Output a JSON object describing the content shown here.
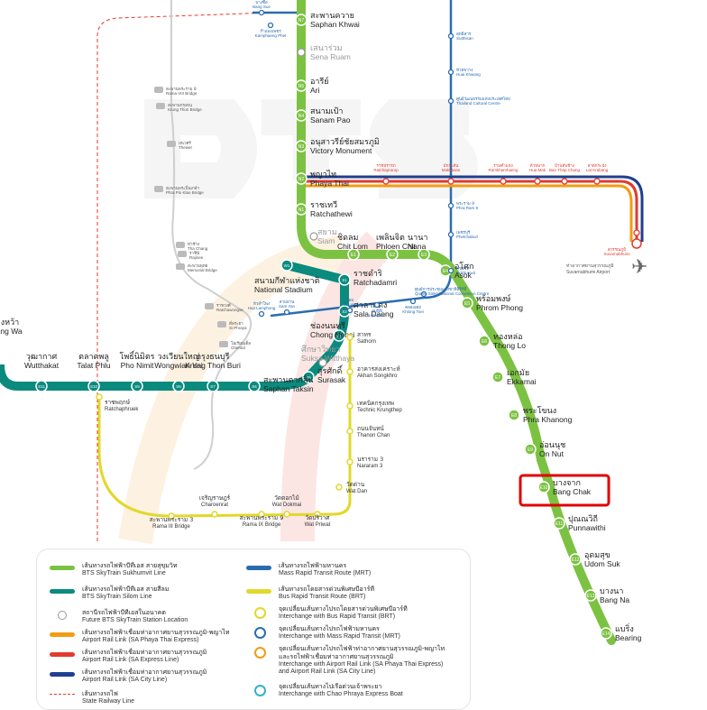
{
  "colors": {
    "sukhumvit": "#7cc242",
    "silom": "#0b8a7e",
    "mrt": "#2b6cb0",
    "brt": "#e2d82b",
    "arl_orange": "#f39c12",
    "arl_red": "#e23b2e",
    "arl_blue": "#1f3f8f",
    "highlight": "#e00000"
  },
  "sukhumvit_stations": [
    {
      "code": "N7",
      "th": "สะพานควาย",
      "en": "Saphan Khwai"
    },
    {
      "code": "",
      "th": "เสนาร่วม",
      "en": "Sena Ruam"
    },
    {
      "code": "N5",
      "th": "อารีย์",
      "en": "Ari"
    },
    {
      "code": "N4",
      "th": "สนามเป้า",
      "en": "Sanam Pao"
    },
    {
      "code": "N3",
      "th": "อนุสาวรีย์ชัยสมรภูมิ",
      "en": "Victory Monument"
    },
    {
      "code": "N2",
      "th": "พญาไท",
      "en": "Phaya Thai"
    },
    {
      "code": "N1",
      "th": "ราชเทวี",
      "en": "Ratchathewi"
    },
    {
      "code": "",
      "th": "สยาม",
      "en": "Siam"
    },
    {
      "code": "E1",
      "th": "ชิดลม",
      "en": "Chit Lom"
    },
    {
      "code": "E2",
      "th": "เพลินจิต",
      "en": "Phloen Chit"
    },
    {
      "code": "E3",
      "th": "นานา",
      "en": "Nana"
    },
    {
      "code": "E4",
      "th": "อโศก",
      "en": "Asok"
    },
    {
      "code": "E5",
      "th": "พร้อมพงษ์",
      "en": "Phrom Phong"
    },
    {
      "code": "E6",
      "th": "ทองหล่อ",
      "en": "Thong Lo"
    },
    {
      "code": "E7",
      "th": "เอกมัย",
      "en": "Ekkamai"
    },
    {
      "code": "E8",
      "th": "พระโขนง",
      "en": "Phra Khanong"
    },
    {
      "code": "E9",
      "th": "อ่อนนุช",
      "en": "On Nut"
    },
    {
      "code": "E10",
      "th": "บางจาก",
      "en": "Bang Chak"
    },
    {
      "code": "E11",
      "th": "ปุณณวิถี",
      "en": "Punnawithi"
    },
    {
      "code": "E12",
      "th": "อุดมสุข",
      "en": "Udom Suk"
    },
    {
      "code": "E13",
      "th": "บางนา",
      "en": "Bang Na"
    },
    {
      "code": "E14",
      "th": "แบริ่ง",
      "en": "Bearing"
    }
  ],
  "silom_stations": [
    {
      "code": "W1",
      "th": "สนามกีฬาแห่งชาติ",
      "en": "National Stadium"
    },
    {
      "code": "S1",
      "th": "ราชดำริ",
      "en": "Ratchadamri"
    },
    {
      "code": "S2",
      "th": "ศาลาแดง",
      "en": "Sala Daeng"
    },
    {
      "code": "S3",
      "th": "ช่องนนทรี",
      "en": "Chong Nonsi"
    },
    {
      "code": "",
      "th": "ศึกษาวิทยา",
      "en": "Suksa Witthaya"
    },
    {
      "code": "S5",
      "th": "สุรศักดิ์",
      "en": "Surasak"
    },
    {
      "code": "S6",
      "th": "สะพานตากสิน",
      "en": "Saphan Taksin"
    },
    {
      "code": "S7",
      "th": "กรุงธนบุรี",
      "en": "Krung Thon Buri"
    },
    {
      "code": "S8",
      "th": "วงเวียนใหญ่",
      "en": "Wongwian Yai"
    },
    {
      "code": "S9",
      "th": "โพธิ์นิมิตร",
      "en": "Pho Nimit"
    },
    {
      "code": "S10",
      "th": "ตลาดพลู",
      "en": "Talat Phlu"
    },
    {
      "code": "S11",
      "th": "วุฒากาศ",
      "en": "Wutthakat"
    },
    {
      "code": "",
      "th": "บางหว้า",
      "en": "Bang Wa"
    }
  ],
  "brt_stations": [
    {
      "th": "สาทร",
      "en": "Sathorn"
    },
    {
      "th": "อาคารสงเคราะห์",
      "en": "Akhan Songkhro"
    },
    {
      "th": "เทคนิคกรุงเทพ",
      "en": "Technic Krungthep"
    },
    {
      "th": "ถนนจันทน์",
      "en": "Thanon Chan"
    },
    {
      "th": "นราราม 3",
      "en": "Nararam 3"
    },
    {
      "th": "วัดด่าน",
      "en": "Wat Dan"
    },
    {
      "th": "วัดปริวาศ",
      "en": "Wat Priwat"
    },
    {
      "th": "วัดดอกไม้",
      "en": "Wat Dokmai"
    },
    {
      "th": "สะพานพระราม 9",
      "en": "Rama IX Bridge"
    },
    {
      "th": "เจริญราษฎร์",
      "en": "Charoenrat"
    },
    {
      "th": "สะพานพระราม 3",
      "en": "Rama III Bridge"
    },
    {
      "th": "ราชพฤกษ์",
      "en": "Ratchaphruek"
    }
  ],
  "mrt_stations": [
    {
      "th": "สุขุมวิท",
      "en": "Sukhumvit"
    },
    {
      "th": "ศูนย์การประชุมแห่งชาติสิริกิติ์",
      "en": "Queen Sirikit National Convention Centre"
    },
    {
      "th": "คลองเตย",
      "en": "Khlong Toei"
    },
    {
      "th": "ลุมพินี",
      "en": "Lumphini"
    },
    {
      "th": "สีลม",
      "en": "Si Lom"
    },
    {
      "th": "สามย่าน",
      "en": "Sam Yan"
    },
    {
      "th": "หัวลำโพง",
      "en": "Hua Lamphong"
    },
    {
      "th": "เพชรบุรี",
      "en": "Phetchaburi"
    },
    {
      "th": "พระราม 9",
      "en": "Phra Ram 9"
    },
    {
      "th": "ศูนย์วัฒนธรรมแห่งประเทศไทย",
      "en": "Thailand Cultural Centre"
    },
    {
      "th": "ห้วยขวาง",
      "en": "Huai Khwang"
    },
    {
      "th": "สุทธิสาร",
      "en": "Sutthisan"
    },
    {
      "th": "บางซื่อ",
      "en": "Bang Sue"
    },
    {
      "th": "กำแพงเพชร",
      "en": "Kamphaeng Phet"
    }
  ],
  "arl_stations": [
    {
      "th": "ราชปรารภ",
      "en": "Ratchaprarop"
    },
    {
      "th": "มักกะสัน",
      "en": "Makkasan"
    },
    {
      "th": "รามคำแหง",
      "en": "Ramkhamhaeng"
    },
    {
      "th": "หัวหมาก",
      "en": "Hua Mak"
    },
    {
      "th": "บ้านทับช้าง",
      "en": "Ban Thap Chang"
    },
    {
      "th": "ลาดกระบัง",
      "en": "Lat Krabang"
    },
    {
      "th": "สุวรรณภูมิ",
      "en": "Suvarnabhumi"
    }
  ],
  "airport_label": {
    "th": "ท่าอากาศยานสุวรรณภูมิ",
    "en": "Suvarnabhumi Airport"
  },
  "pier_stations": [
    {
      "th": "สะพานพระราม 8",
      "en": "Rama VIII Bridge"
    },
    {
      "th": "สะพานกรุงธน",
      "en": "Krung Thon Bridge"
    },
    {
      "th": "เทเวศร์",
      "en": "Thewet"
    },
    {
      "th": "สะพานพระปิ่นเกล้า",
      "en": "Phra Pin Klao Bridge"
    },
    {
      "th": "ท่าช้าง",
      "en": "Tha Chang"
    },
    {
      "th": "ราชินี",
      "en": "Rajinee"
    },
    {
      "th": "สะพานพุทธ",
      "en": "Memorial Bridge"
    },
    {
      "th": "ราชวงศ์",
      "en": "Ratchawongse"
    },
    {
      "th": "สี่พระยา",
      "en": "Si Phraya"
    },
    {
      "th": "โอเรียนเต็ล",
      "en": "Oriental"
    }
  ],
  "legend": [
    {
      "th": "เส้นทางรถไฟฟ้าบีทีเอส สายสุขุมวิท",
      "en": "BTS SkyTrain Sukhumvit Line",
      "color": "#7cc242",
      "kind": "line"
    },
    {
      "th": "เส้นทางรถไฟฟ้าบีทีเอส สายสีลม",
      "en": "BTS SkyTrain Silom Line",
      "color": "#0b8a7e",
      "kind": "line"
    },
    {
      "th": "สถานีรถไฟฟ้าบีทีเอสในอนาคต",
      "en": "Future BTS SkyTrain Station Location",
      "color": "#999999",
      "kind": "circle"
    },
    {
      "th": "เส้นทางรถไฟฟ้าเชื่อมท่าอากาศยานสุวรรณภูมิ-พญาไท",
      "en": "Airport Rail Link (SA Phaya Thai Express)",
      "color": "#f39c12",
      "kind": "line"
    },
    {
      "th": "เส้นทางรถไฟฟ้าเชื่อมท่าอากาศยานสุวรรณภูมิ",
      "en": "Airport Rail Link (SA Express Line)",
      "color": "#e23b2e",
      "kind": "line"
    },
    {
      "th": "เส้นทางรถไฟฟ้าเชื่อมท่าอากาศยานสุวรรณภูมิ",
      "en": "Airport Rail Link (SA City Line)",
      "color": "#1f3f8f",
      "kind": "line"
    },
    {
      "th": "เส้นทางรถไฟ",
      "en": "State Railway Line",
      "color": "#e23b2e",
      "kind": "dash"
    },
    {
      "th": "เส้นทางรถไฟฟ้ามหานคร",
      "en": "Mass Rapid Transit Route (MRT)",
      "color": "#2b6cb0",
      "kind": "line"
    },
    {
      "th": "เส้นทางรถโดยสารด่วนพิเศษบีอาร์ที",
      "en": "Bus Rapid Transit Route (BRT)",
      "color": "#e2d82b",
      "kind": "line"
    },
    {
      "th": "จุดเปลี่ยนเส้นทางไปรถโดยสารด่วนพิเศษบีอาร์ที",
      "en": "Interchange with Bus Rapid Transit (BRT)",
      "color": "#e2d82b",
      "kind": "ic"
    },
    {
      "th": "จุดเปลี่ยนเส้นทางไปรถไฟฟ้ามหานคร",
      "en": "Interchange with Mass Rapid Transit (MRT)",
      "color": "#2b6cb0",
      "kind": "ic"
    },
    {
      "th": "จุดเปลี่ยนเส้นทางไปรถไฟฟ้าท่าอากาศยานสุวรรณภูมิ-พญาไท และรถไฟฟ้าเชื่อมท่าอากาศยานสุวรรณภูมิ",
      "en": "Interchange with Airport Rail Link (SA Phaya Thai Express) and Airport Rail Link (SA City Line)",
      "color": "#f39c12",
      "kind": "ic"
    },
    {
      "th": "จุดเปลี่ยนเส้นทางไปเรือด่วนเจ้าพระยา",
      "en": "Interchange with Chao Phraya Express Boat",
      "color": "#35b0c9",
      "kind": "ic"
    }
  ]
}
